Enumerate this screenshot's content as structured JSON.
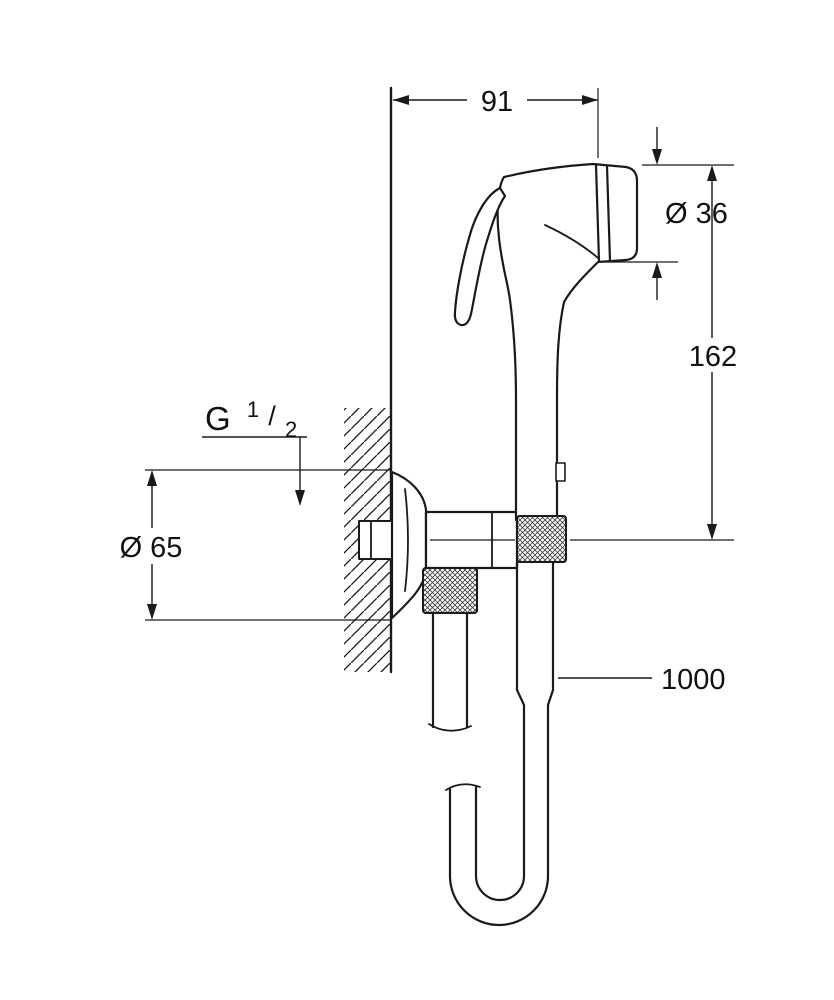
{
  "drawing": {
    "labels": {
      "top_width": "91",
      "spray_diameter": "Ø 36",
      "height": "162",
      "escutcheon_diameter": "Ø 65",
      "hose_length": "1000",
      "thread": {
        "letter": "G",
        "numerator": "1",
        "slash": "/",
        "denominator": "2"
      }
    }
  }
}
